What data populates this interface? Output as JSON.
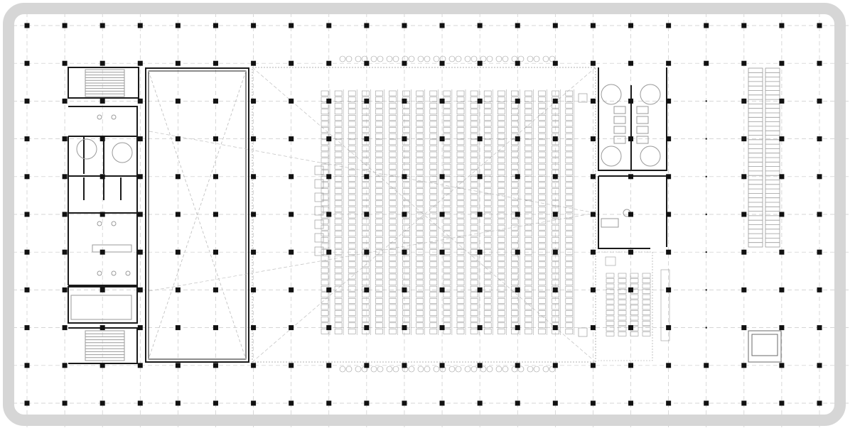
{
  "drawing": {
    "kind": "architectural floor plan",
    "colors": {
      "wall": "#1a1a1a",
      "column": "#111111",
      "grid": "#c8c8c8",
      "seat": "#9a9a9a",
      "frame": "#d6d6d6",
      "background": "#ffffff"
    },
    "structure": {
      "column_grid_columns": 22,
      "column_grid_rows": 11
    },
    "auditorium": {
      "seat_columns": 19,
      "seat_rows": 40
    }
  }
}
